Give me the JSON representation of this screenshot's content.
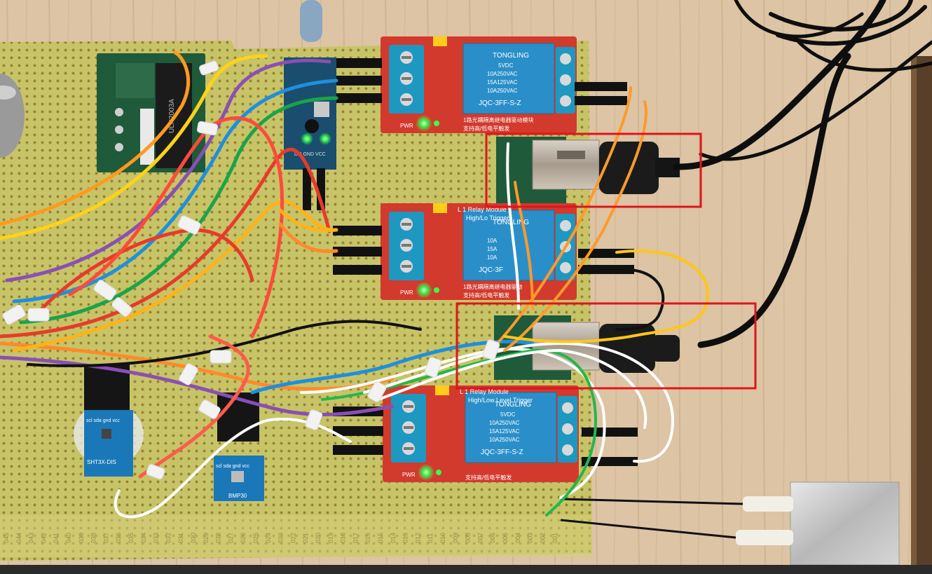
{
  "photo": {
    "colors": {
      "table": "#dcc4a4",
      "board": "#c7c468",
      "relay_pcb": "#d23a2e",
      "relay_cube": "#2a8fc9",
      "terminal": "#1e98c0",
      "highlight": "#e0141c",
      "led": "#35ff4a"
    },
    "relays": [
      {
        "brand": "TONGLING",
        "line1": "5VDC",
        "line2": "10A250VAC",
        "line3": "15A125VAC",
        "line4": "10A250VAC",
        "model": "JQC-3FF-S-Z",
        "module_title": "",
        "trigger": "",
        "pwr": "PWR",
        "cn_line1": "1路光耦隔离继电器驱动模块",
        "cn_line2": "支持高/低电平触发"
      },
      {
        "brand": "TONGLING",
        "line1": "",
        "line2": "10A",
        "line3": "15A",
        "line4": "10A",
        "model": "JQC-3F",
        "module_title": "L 1 Relay Module",
        "trigger": "High/Lo  Trigger",
        "pwr": "PWR",
        "cn_line1": "1路光耦隔离继电器驱动",
        "cn_line2": "支持高/低电平触发"
      },
      {
        "brand": "TONGLING",
        "line1": "5VDC",
        "line2": "10A250VAC",
        "line3": "15A125VAC",
        "line4": "10A250VAC",
        "model": "JQC-3FF-S-Z",
        "module_title": "L 1 Relay Module",
        "trigger": "High/Low Level Trigger",
        "pwr": "PWR",
        "cn_line1": "",
        "cn_line2": "支持高/低电平触发"
      }
    ],
    "sensors": {
      "sht": {
        "pins": "scl sda gnd vcc",
        "name": "SHT3X-DIS"
      },
      "bmp": {
        "pins": "scl sda gnd vcc",
        "name": "BMP30"
      },
      "driver_chip": "ULN2003A",
      "soil_pins": "DO GND VCC"
    },
    "board_numbers": [
      "045",
      "044",
      "043",
      "042",
      "041",
      "040",
      "039",
      "038",
      "037",
      "036",
      "035",
      "034",
      "033",
      "032",
      "031",
      "030",
      "029",
      "028",
      "027",
      "026",
      "025",
      "024",
      "023",
      "022",
      "021",
      "020",
      "019",
      "018",
      "017",
      "016",
      "015",
      "014",
      "013",
      "012",
      "011",
      "010",
      "009",
      "008",
      "007",
      "006",
      "005",
      "004",
      "003",
      "002",
      "001"
    ]
  }
}
